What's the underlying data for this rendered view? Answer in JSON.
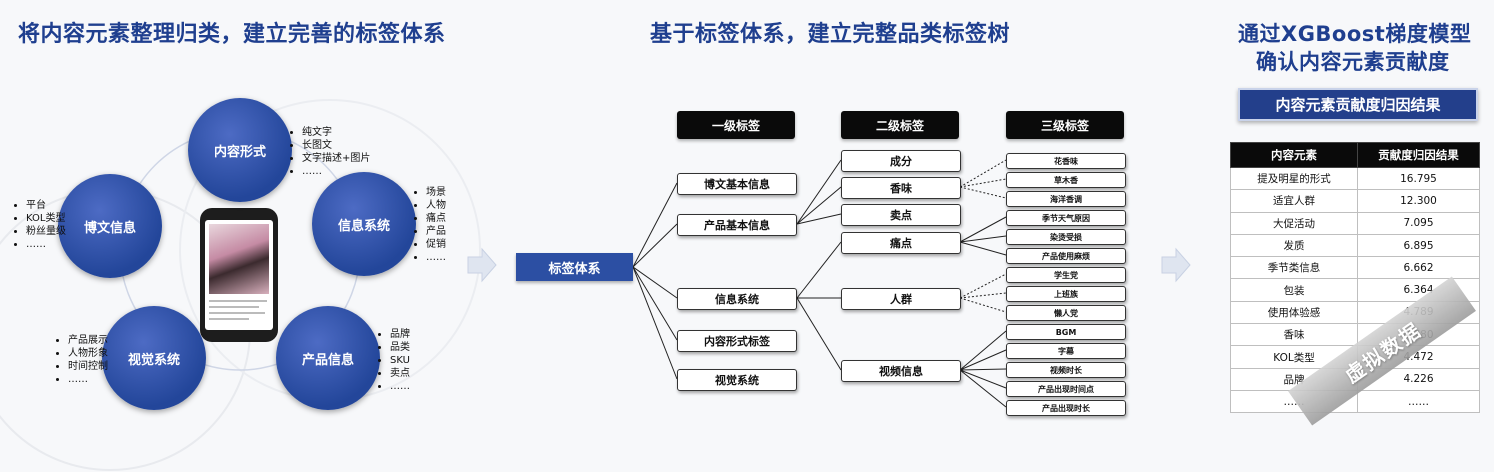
{
  "section1": {
    "title": "将内容元素整理归类，建立完善的标签体系",
    "circles": [
      {
        "label": "内容形式",
        "items": [
          "纯文字",
          "长图文",
          "文字描述+图片",
          "……"
        ]
      },
      {
        "label": "博文信息",
        "items": [
          "平台",
          "KOL类型",
          "粉丝量级",
          "……"
        ]
      },
      {
        "label": "信息系统",
        "items": [
          "场景",
          "人物",
          "痛点",
          "产品",
          "促销",
          "……"
        ]
      },
      {
        "label": "视觉系统",
        "items": [
          "产品展示",
          "人物形象",
          "时间控制",
          "……"
        ]
      },
      {
        "label": "产品信息",
        "items": [
          "品牌",
          "品类",
          "SKU",
          "卖点",
          "……"
        ]
      }
    ]
  },
  "section2": {
    "title": "基于标签体系，建立完整品类标签树",
    "headers": [
      "一级标签",
      "二级标签",
      "三级标签"
    ],
    "root": "标签体系",
    "level1": [
      "博文基本信息",
      "产品基本信息",
      "信息系统",
      "内容形式标签",
      "视觉系统"
    ],
    "level2": [
      "成分",
      "香味",
      "卖点",
      "痛点",
      "人群",
      "视频信息"
    ],
    "level3": [
      "花香味",
      "草木香",
      "海洋香调",
      "季节天气原因",
      "染烫受损",
      "产品使用麻烦",
      "学生党",
      "上班族",
      "懒人党",
      "BGM",
      "字幕",
      "视频时长",
      "产品出现时间点",
      "产品出现时长"
    ]
  },
  "section3": {
    "title_line1": "通过XGBoost梯度模型",
    "title_line2": "确认内容元素贡献度",
    "banner": "内容元素贡献度归因结果",
    "table_headers": [
      "内容元素",
      "贡献度归因结果"
    ],
    "rows": [
      [
        "提及明星的形式",
        "16.795"
      ],
      [
        "适宜人群",
        "12.300"
      ],
      [
        "大促活动",
        "7.095"
      ],
      [
        "发质",
        "6.895"
      ],
      [
        "季节类信息",
        "6.662"
      ],
      [
        "包装",
        "6.364"
      ],
      [
        "使用体验感",
        "4.789"
      ],
      [
        "香味",
        "4.780"
      ],
      [
        "KOL类型",
        "4.472"
      ],
      [
        "品牌",
        "4.226"
      ],
      [
        "……",
        "……"
      ]
    ],
    "watermark": "虚拟数据"
  }
}
